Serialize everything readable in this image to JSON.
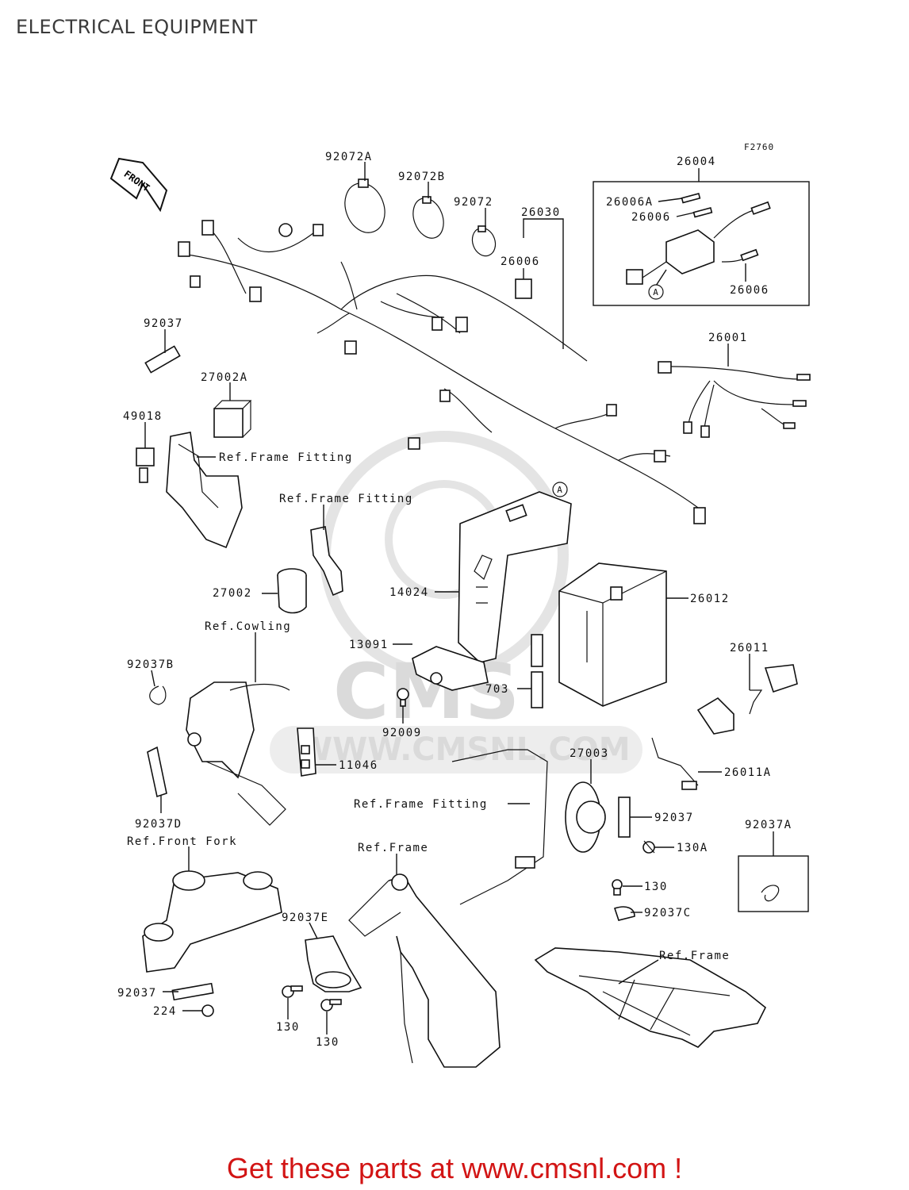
{
  "title": "ELECTRICAL EQUIPMENT",
  "figure_code": "F2760",
  "front_arrow_label": "FRONT",
  "watermark": {
    "logo_text": "CMS",
    "url_text": "WWW.CMSNL.COM"
  },
  "callouts": {
    "p92072A": "92072A",
    "p92072B": "92072B",
    "p92072": "92072",
    "p26030": "26030",
    "p26006_a": "26006",
    "p26004": "26004",
    "p26006A": "26006A",
    "p26006_b": "26006",
    "p26006_c": "26006",
    "circleA_1": "A",
    "circleA_2": "A",
    "p92037": "92037",
    "p27002A": "27002A",
    "p49018": "49018",
    "ref_frame_fitting_1": "Ref.Frame Fitting",
    "ref_frame_fitting_2": "Ref.Frame Fitting",
    "ref_frame_fitting_3": "Ref.Frame Fitting",
    "p26001": "26001",
    "p27002": "27002",
    "p14024": "14024",
    "p26012": "26012",
    "ref_cowling": "Ref.Cowling",
    "p13091": "13091",
    "p92037B": "92037B",
    "p26011": "26011",
    "p703": "703",
    "p92009": "92009",
    "p11046": "11046",
    "p27003": "27003",
    "p26011A": "26011A",
    "p92037D": "92037D",
    "p92037_b": "92037",
    "p92037A": "92037A",
    "ref_front_fork": "Ref.Front Fork",
    "ref_frame_1": "Ref.Frame",
    "p130A": "130A",
    "p130_a": "130",
    "p92037C": "92037C",
    "p92037E": "92037E",
    "ref_frame_2": "Ref.Frame",
    "p92037_c": "92037",
    "p224": "224",
    "p130_b": "130",
    "p130_c": "130"
  },
  "promo_text": "Get these parts at www.cmsnl.com !"
}
